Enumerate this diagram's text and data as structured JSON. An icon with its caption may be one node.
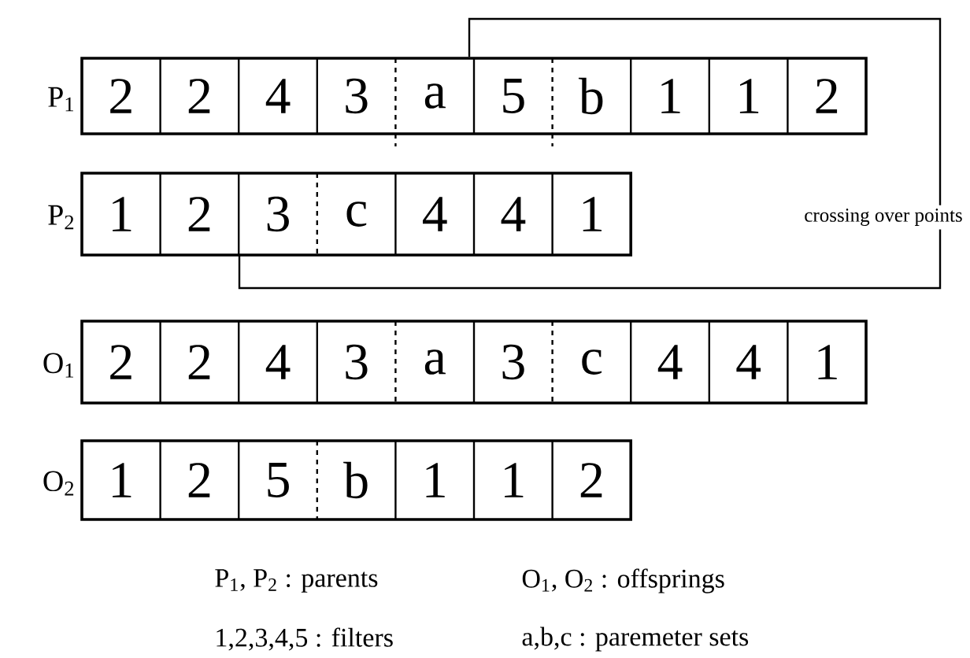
{
  "diagram": {
    "nodes": [
      {
        "text": [],
        "shape": "bar",
        "beside": [
          "P$_{1}$"
        ]
      },
      {
        "text": [
          "2"
        ],
        "in": 0
      },
      {
        "text": [
          "2"
        ],
        "in": 0
      },
      {
        "text": [
          "4"
        ],
        "in": 0
      },
      {
        "text": [
          "3"
        ],
        "in": 0
      },
      {
        "text": [
          "a"
        ],
        "in": 0
      },
      {
        "text": [
          "5"
        ],
        "in": 0
      },
      {
        "text": [
          "b"
        ],
        "in": 0
      },
      {
        "text": [
          "1"
        ],
        "in": 0
      },
      {
        "text": [
          "1"
        ],
        "in": 0
      },
      {
        "text": [
          "2"
        ],
        "in": 0
      },
      {
        "text": [],
        "shape": "bar",
        "beside": [
          "P$_{2}$"
        ]
      },
      {
        "text": [
          "1"
        ],
        "in": 11
      },
      {
        "text": [
          "2"
        ],
        "in": 11
      },
      {
        "text": [
          "3"
        ],
        "in": 11
      },
      {
        "text": [
          "c"
        ],
        "in": 11
      },
      {
        "text": [
          "4"
        ],
        "in": 11
      },
      {
        "text": [
          "4"
        ],
        "in": 11
      },
      {
        "text": [
          "1"
        ],
        "in": 11
      },
      {
        "text": [
          "crossing over points"
        ]
      },
      {
        "text": [],
        "shape": "bar",
        "beside": [
          "O$_{1}$"
        ]
      },
      {
        "text": [
          "2"
        ],
        "in": 20
      },
      {
        "text": [
          "2"
        ],
        "in": 20
      },
      {
        "text": [
          "4"
        ],
        "in": 20
      },
      {
        "text": [
          "3"
        ],
        "in": 20
      },
      {
        "text": [
          "a"
        ],
        "in": 20
      },
      {
        "text": [
          "3"
        ],
        "in": 20
      },
      {
        "text": [
          "c"
        ],
        "in": 20
      },
      {
        "text": [
          "4"
        ],
        "in": 20
      },
      {
        "text": [
          "4"
        ],
        "in": 20
      },
      {
        "text": [
          "1"
        ],
        "in": 20
      },
      {
        "text": [],
        "shape": "bar",
        "beside": [
          "O$_{2}$"
        ]
      },
      {
        "text": [
          "1"
        ],
        "in": 31
      },
      {
        "text": [
          "2"
        ],
        "in": 31
      },
      {
        "text": [
          "5"
        ],
        "in": 31
      },
      {
        "text": [
          "b"
        ],
        "in": 31
      },
      {
        "text": [
          "1"
        ],
        "in": 31
      },
      {
        "text": [
          "1"
        ],
        "in": 31
      },
      {
        "text": [
          "2"
        ],
        "in": 31
      }
    ],
    "edges": [
      {
        "from": 19,
        "to": 0,
        "arrow": "none"
      },
      {
        "from": 19,
        "to": 14,
        "arrow": "none"
      }
    ],
    "labels": [
      "P$_{1}$, P$_{2}$ : parents",
      "O$_{1}$, O$_{2}$ : offsprings",
      "1,2,3,4,5 : filters",
      "a,b,c : paremeter sets"
    ]
  }
}
